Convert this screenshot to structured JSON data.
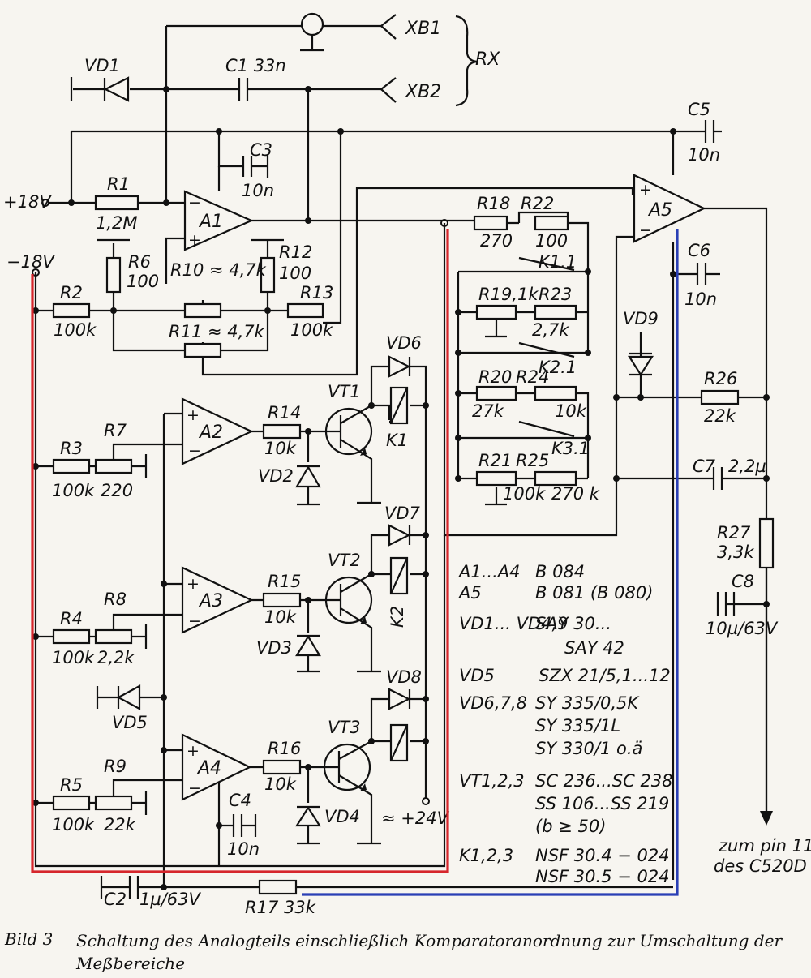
{
  "labels": {
    "xb1": "XB1",
    "xb2": "XB2",
    "rx": "RX",
    "vd1": "VD1",
    "c1": "C1 33n",
    "c3": "C3",
    "c3v": "10n",
    "c5": "C5",
    "c5v": "10n",
    "c6": "C6",
    "c6v": "10n",
    "plus18": "+18V",
    "minus18": "−18V",
    "r1": "R1",
    "r1v": "1,2M",
    "r6": "R6",
    "r6v": "100",
    "r10": "R10 ≈ 4,7k",
    "r12": "R12",
    "r12v": "100",
    "r2": "R2",
    "r2v": "100k",
    "r11": "R11 ≈ 4,7k",
    "r13": "R13",
    "r13v": "100k",
    "a1": "A1",
    "a2": "A2",
    "a3": "A3",
    "a4": "A4",
    "a5": "A5",
    "r18": "R18",
    "r18v": "270",
    "r22": "R22",
    "r22v": "100",
    "k11": "K1.1",
    "r19": "R19,1k",
    "r23": "R23",
    "r23v": "2,7k",
    "k21": "K2.1",
    "r20": "R20",
    "r20v": "27k",
    "r24": "R24",
    "r24v": "10k",
    "k31": "K3.1",
    "r21": "R21",
    "r21v": "100k",
    "r25": "R25",
    "r25v": "270 k",
    "vd9": "VD9",
    "r26": "R26",
    "r26v": "22k",
    "c7": "C7",
    "c7v": "2,2µ",
    "r27": "R27",
    "r27v": "3,3k",
    "c8": "C8",
    "c8v": "10µ/63V",
    "vd6": "VD6",
    "vt1": "VT1",
    "r14": "R14",
    "r14v": "10k",
    "k1": "K1",
    "r3": "R3",
    "r3v": "100k",
    "r7": "R7",
    "r7v": "220",
    "vd2": "VD2",
    "vd7": "VD7",
    "vt2": "VT2",
    "r15": "R15",
    "r15v": "10k",
    "k2": "K2",
    "r4": "R4",
    "r4v": "100k",
    "r8": "R8",
    "r8v": "2,2k",
    "vd3": "VD3",
    "vd5": "VD5",
    "vd8": "VD8",
    "vt3": "VT3",
    "r16": "R16",
    "r16v": "10k",
    "r5": "R5",
    "r5v": "100k",
    "r9": "R9",
    "r9v": "22k",
    "vd4": "VD4",
    "c4": "C4",
    "c4v": "10n",
    "plus24": "≈ +24V",
    "c2": "C2",
    "c2v": "1µ/63V",
    "r17": "R17 33k",
    "zum1": "zum pin 11",
    "zum2": "des C520D"
  },
  "parts_table": [
    {
      "ref": "A1...A4",
      "type": "B 084"
    },
    {
      "ref": "A5",
      "type": "B 081  (B 080)"
    },
    {
      "ref": "VD1... VD4,9",
      "type": "SAY 30..."
    },
    {
      "ref": "",
      "type": "SAY 42"
    },
    {
      "ref": "VD5",
      "type": "SZX 21/5,1...12"
    },
    {
      "ref": "VD6,7,8",
      "type": "SY 335/0,5K"
    },
    {
      "ref": "",
      "type": "SY 335/1L"
    },
    {
      "ref": "",
      "type": "SY 330/1 o.ä"
    },
    {
      "ref": "VT1,2,3",
      "type": "SC 236...SC 238"
    },
    {
      "ref": "",
      "type": "SS 106...SS 219"
    },
    {
      "ref": "",
      "type": "(b ≥ 50)"
    },
    {
      "ref": "K1,2,3",
      "type": "NSF 30.4 − 024"
    },
    {
      "ref": "",
      "type": "NSF 30.5 − 024"
    }
  ],
  "caption": {
    "number": "Bild 3",
    "text": "Schaltung des Analogteils einschließlich Komparatoranordnung zur Umschaltung der Meßbereiche"
  },
  "colors": {
    "ink": "#111111",
    "paper": "#f7f5f0",
    "highlight_red": "#d6262c",
    "highlight_blue": "#2a3fb5"
  }
}
